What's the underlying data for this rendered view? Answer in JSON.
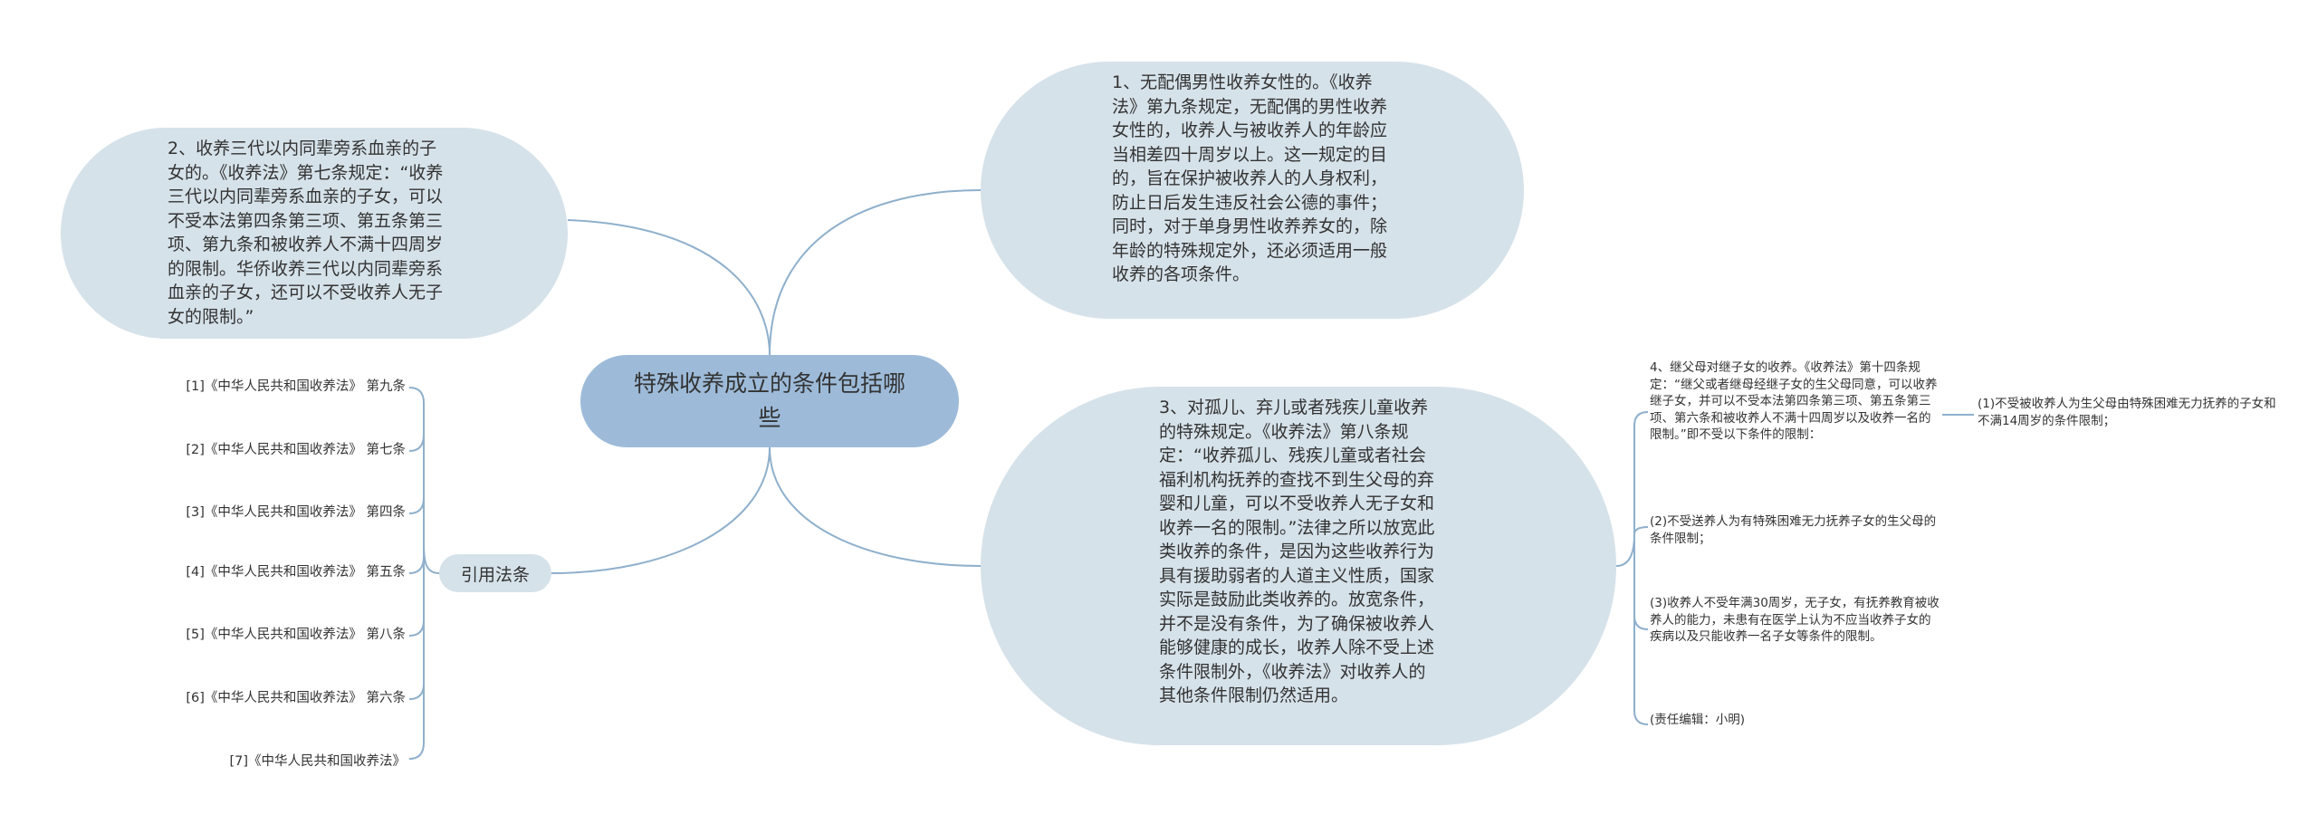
{
  "central_topic": "特殊收养成立的条件包括哪些",
  "branch_1": "1、无配偶男性收养女性的。《收养法》第九条规定，无配偶的男性收养女性的，收养人与被收养人的年龄应当相差四十周岁以上。这一规定的目的，旨在保护被收养人的人身权利，防止日后发生违反社会公德的事件；同时，对于单身男性收养养女的，除年龄的特殊规定外，还必须适用一般收养的各项条件。",
  "branch_2": "2、收养三代以内同辈旁系血亲的子女的。《收养法》第七条规定：“收养三代以内同辈旁系血亲的子女，可以不受本法第四条第三项、第五条第三项、第九条和被收养人不满十四周岁的限制。华侨收养三代以内同辈旁系血亲的子女，还可以不受收养人无子女的限制。”",
  "branch_3": "3、对孤儿、弃儿或者残疾儿童收养的特殊规定。《收养法》第八条规定：“收养孤儿、残疾儿童或者社会福利机构抚养的查找不到生父母的弃婴和儿童，可以不受收养人无子女和收养一名的限制。”法律之所以放宽此类收养的条件，是因为这些收养行为具有援助弱者的人道主义性质，国家实际是鼓励此类收养的。放宽条件，并不是没有条件，为了确保被收养人能够健康的成长，收养人除不受上述条件限制外，《收养法》对收养人的其他条件限制仍然适用。",
  "branch_4": {
    "text": "4、继父母对继子女的收养。《收养法》第十四条规定：“继父或者继母经继子女的生父母同意，可以收养继子女，并可以不受本法第四条第三项、第五条第三项、第六条和被收养人不满十四周岁以及收养一名的限制。”即不受以下条件的限制：",
    "sub": "(1)不受被收养人为生父母由特殊困难无力抚养的子女和不满14周岁的条件限制；"
  },
  "note_2": "(2)不受送养人为有特殊困难无力抚养子女的生父母的条件限制；",
  "note_3": "(3)收养人不受年满30周岁，无子女，有抚养教育被收养人的能力，未患有在医学上认为不应当收养子女的疾病以及只能收养一名子女等条件的限制。",
  "editor": "(责任编辑：小明)",
  "cited_laws": {
    "label": "引用法条",
    "items": [
      "[1]《中华人民共和国收养法》 第九条",
      "[2]《中华人民共和国收养法》 第七条",
      "[3]《中华人民共和国收养法》 第四条",
      "[4]《中华人民共和国收养法》 第五条",
      "[5]《中华人民共和国收养法》 第八条",
      "[6]《中华人民共和国收养法》 第六条",
      "[7]《中华人民共和国收养法》"
    ]
  },
  "colors": {
    "bubble": "#d6e2ea",
    "center": "#9dbbd9",
    "line": "#8fb0cc"
  }
}
